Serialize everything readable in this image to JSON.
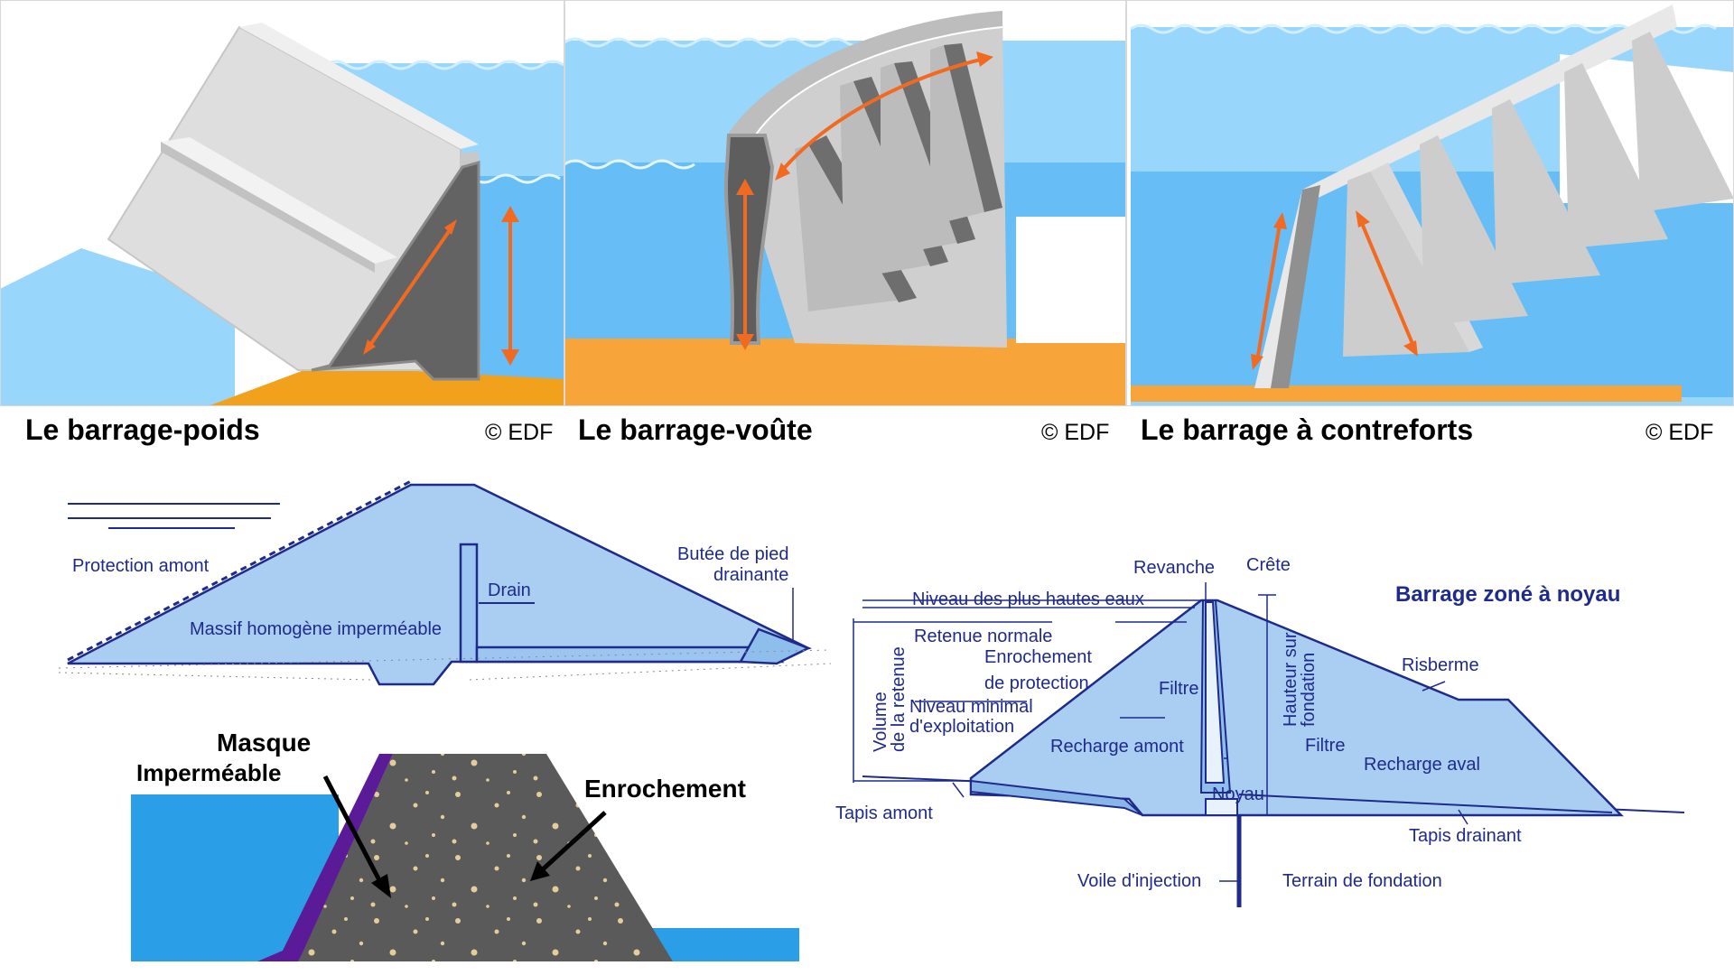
{
  "panels": [
    {
      "caption": "Le barrage-poids",
      "credit": "© EDF"
    },
    {
      "caption": "Le barrage-voûte",
      "credit": "© EDF"
    },
    {
      "caption": "Le barrage à contreforts",
      "credit": "© EDF"
    }
  ],
  "homogeneous": {
    "protection_amont": "Protection amont",
    "massif": "Massif homogène imperméable",
    "drain": "Drain",
    "butee_line1": "Butée de pied",
    "butee_line2": "drainante"
  },
  "rockfill": {
    "masque_line1": "Masque",
    "masque_line2": "Imperméable",
    "enrochement": "Enrochement"
  },
  "zoned": {
    "title": "Barrage zoné à noyau",
    "revanche": "Revanche",
    "crete": "Crête",
    "niveau_plus_hautes": "Niveau des plus hautes eaux",
    "retenue_normale": "Retenue normale",
    "enrochement": "Enrochement",
    "de_protection": "de protection",
    "niveau_minimal": "Niveau minimal",
    "exploitation": "d'exploitation",
    "volume_line1": "Volume",
    "volume_line2": "de la retenue",
    "hauteur_line1": "Hauteur sur",
    "hauteur_line2": "fondation",
    "filtre_left": "Filtre",
    "filtre_right": "Filtre",
    "recharge_amont": "Recharge amont",
    "recharge_aval": "Recharge aval",
    "noyau": "Noyau",
    "risberme": "Risberme",
    "tapis_amont": "Tapis amont",
    "tapis_drainant": "Tapis drainant",
    "voile": "Voile d'injection",
    "terrain": "Terrain de fondation"
  },
  "colors": {
    "water_light": "#99d6fb",
    "water": "#67bdf6",
    "ground": "#f2a11c",
    "concrete_light": "#e0e0e0",
    "concrete_dark": "#636363",
    "arrow": "#f26a21",
    "line_blue": "#1f2b8a",
    "fill_blue": "#aacdf2",
    "rock": "#5a5a5a",
    "mask": "#5b1a98",
    "lake": "#2b9ee8"
  }
}
